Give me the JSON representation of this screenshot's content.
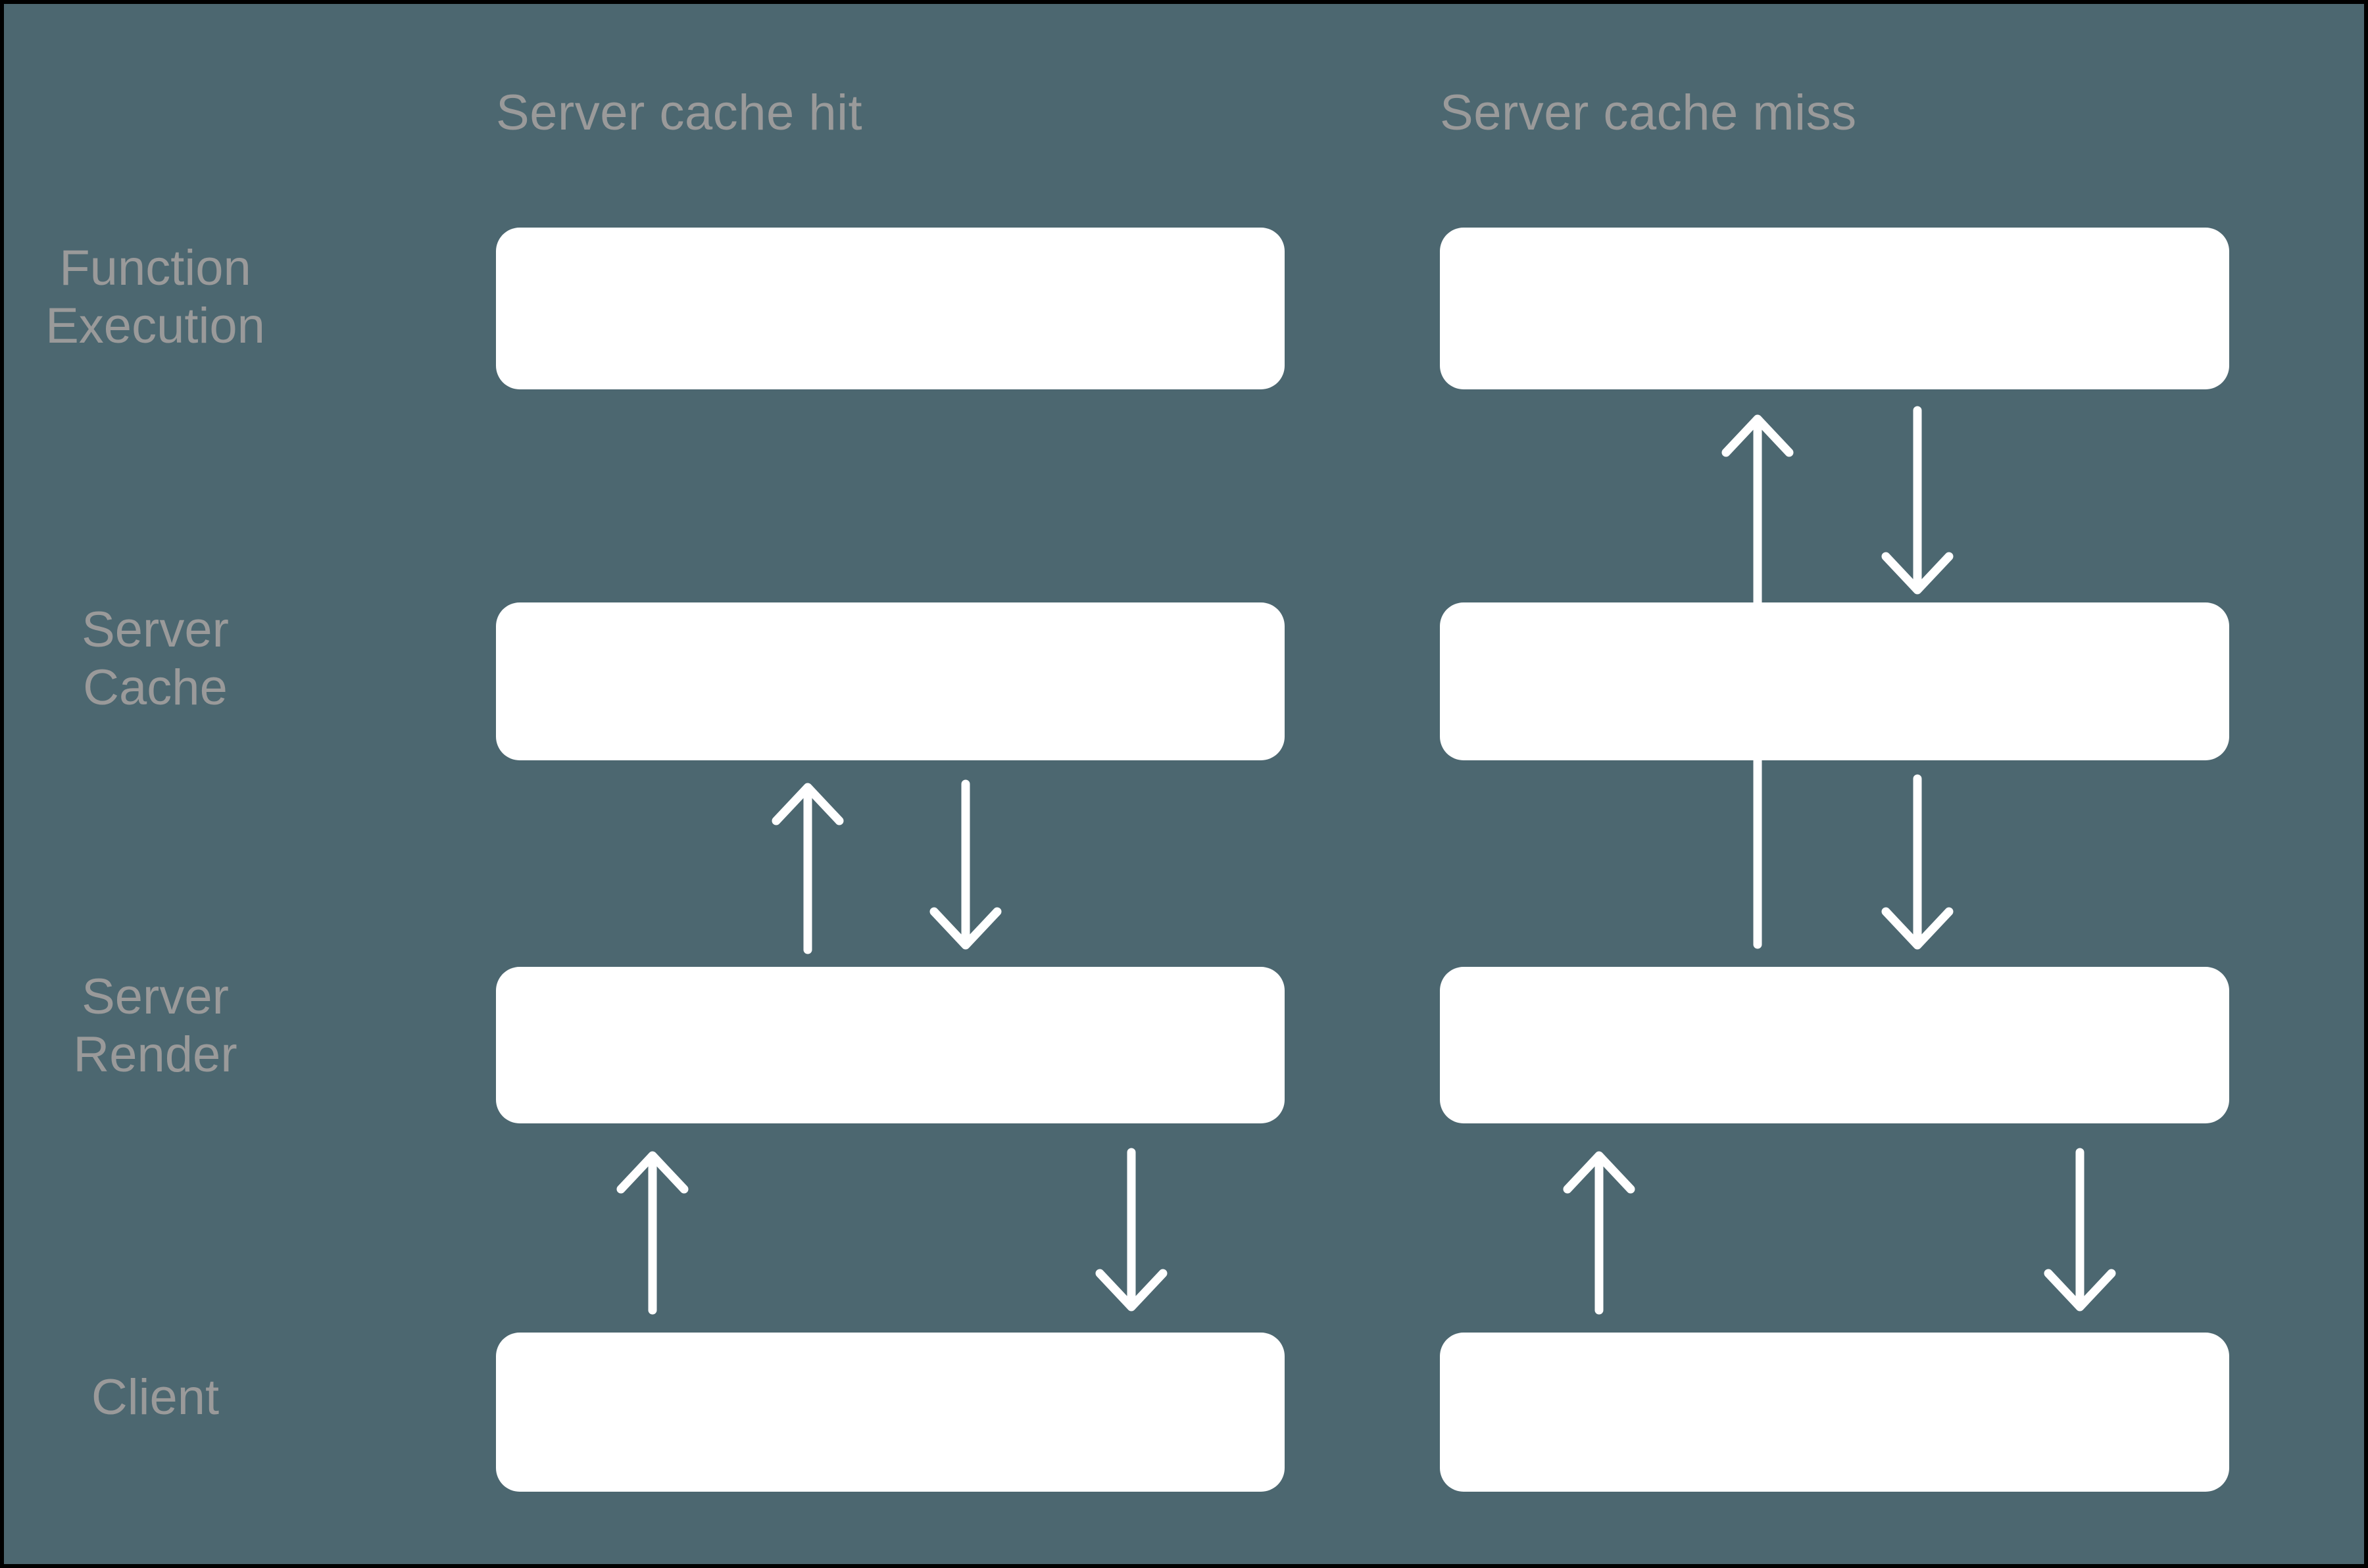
{
  "diagram": {
    "title_hidden": "",
    "background_color": "#4C6770",
    "box_color": "#FFFFFF",
    "label_color": "#9A9A9A",
    "arrow_color": "#FFFFFF",
    "columns": [
      {
        "id": "server-cache-hit",
        "label": "Server cache hit"
      },
      {
        "id": "server-cache-miss",
        "label": "Server cache miss"
      }
    ],
    "rows": [
      {
        "id": "function-execution",
        "label": "Function\nExecution"
      },
      {
        "id": "server-cache",
        "label": "Server\nCache"
      },
      {
        "id": "server-render",
        "label": "Server\nRender"
      },
      {
        "id": "client",
        "label": "Client"
      }
    ],
    "nodes": [
      {
        "column": "server-cache-hit",
        "row": "function-execution",
        "label": ""
      },
      {
        "column": "server-cache-hit",
        "row": "server-cache",
        "label": ""
      },
      {
        "column": "server-cache-hit",
        "row": "server-render",
        "label": ""
      },
      {
        "column": "server-cache-hit",
        "row": "client",
        "label": ""
      },
      {
        "column": "server-cache-miss",
        "row": "function-execution",
        "label": ""
      },
      {
        "column": "server-cache-miss",
        "row": "server-cache",
        "label": ""
      },
      {
        "column": "server-cache-miss",
        "row": "server-render",
        "label": ""
      },
      {
        "column": "server-cache-miss",
        "row": "client",
        "label": ""
      }
    ],
    "arrows": [
      {
        "column": "server-cache-hit",
        "from": "server-render",
        "to": "server-cache",
        "direction": "up",
        "label": ""
      },
      {
        "column": "server-cache-hit",
        "from": "server-cache",
        "to": "server-render",
        "direction": "down",
        "label": ""
      },
      {
        "column": "server-cache-hit",
        "from": "client",
        "to": "server-render",
        "direction": "up",
        "label": ""
      },
      {
        "column": "server-cache-hit",
        "from": "server-render",
        "to": "client",
        "direction": "down",
        "label": ""
      },
      {
        "column": "server-cache-miss",
        "from": "server-render",
        "to": "function-execution",
        "direction": "up",
        "label": ""
      },
      {
        "column": "server-cache-miss",
        "from": "function-execution",
        "to": "server-cache",
        "direction": "down",
        "label": ""
      },
      {
        "column": "server-cache-miss",
        "from": "server-cache",
        "to": "server-render",
        "direction": "down",
        "label": ""
      },
      {
        "column": "server-cache-miss",
        "from": "client",
        "to": "server-render",
        "direction": "up",
        "label": ""
      },
      {
        "column": "server-cache-miss",
        "from": "server-render",
        "to": "client",
        "direction": "down",
        "label": ""
      }
    ]
  }
}
